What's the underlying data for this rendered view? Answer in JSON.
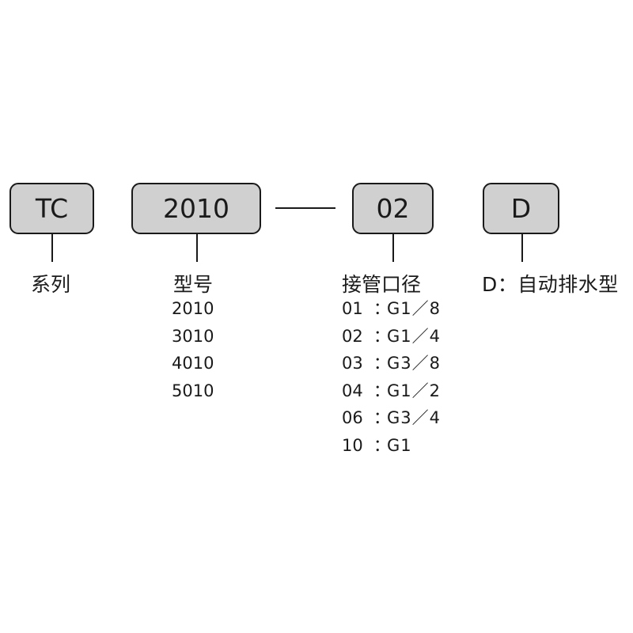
{
  "codes": {
    "series": "TC",
    "model": "2010",
    "port": "02",
    "drain": "D"
  },
  "headings": {
    "series": "系列",
    "model": "型号",
    "port": "接管口径",
    "drain": "D：自动排水型"
  },
  "model_list": [
    "2010",
    "3010",
    "4010",
    "5010"
  ],
  "port_list": [
    {
      "code": "01",
      "sep": "：",
      "size": "G1／8"
    },
    {
      "code": "02",
      "sep": "：",
      "size": "G1／4"
    },
    {
      "code": "03",
      "sep": "：",
      "size": "G3／8"
    },
    {
      "code": "04",
      "sep": "：",
      "size": "G1／2"
    },
    {
      "code": "06",
      "sep": "：",
      "size": "G3／4"
    },
    {
      "code": "10",
      "sep": "：",
      "size": "G1"
    }
  ],
  "colors": {
    "box_fill": "#d0d0d0",
    "stroke": "#1a1a1a",
    "background": "#ffffff"
  }
}
